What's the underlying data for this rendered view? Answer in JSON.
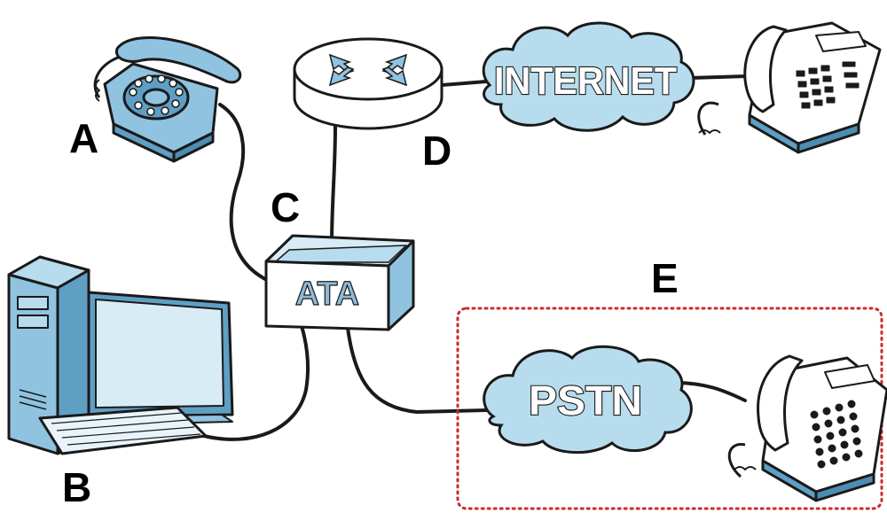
{
  "labels": {
    "a": "A",
    "b": "B",
    "c": "C",
    "d": "D",
    "e": "E"
  },
  "devices": {
    "ata": "ATA",
    "internet": "INTERNET",
    "pstn": "PSTN"
  },
  "colors": {
    "device_blue": "#8fc3e0",
    "cloud_blue": "#b7dced",
    "outline": "#1a1a1a",
    "dashed_box": "#cc2b2b"
  },
  "icons": [
    "rotary-phone-icon",
    "desktop-computer-icon",
    "router-icon",
    "ata-box-icon",
    "cloud-icon",
    "desk-phone-icon"
  ]
}
